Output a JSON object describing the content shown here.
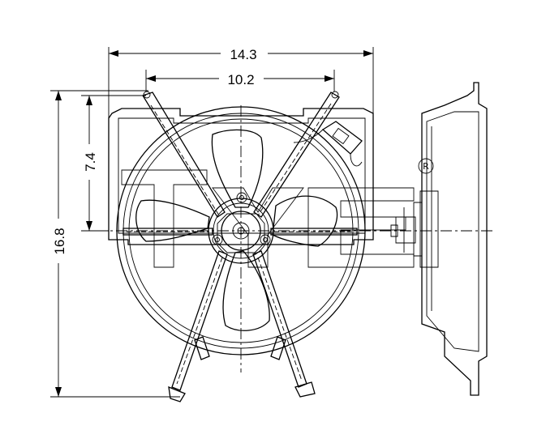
{
  "dimensions": {
    "overall_width": "14.3",
    "mount_width": "10.2",
    "overall_height": "16.8",
    "mount_height": "7.4"
  },
  "watermark": {
    "registered_mark": "R"
  }
}
